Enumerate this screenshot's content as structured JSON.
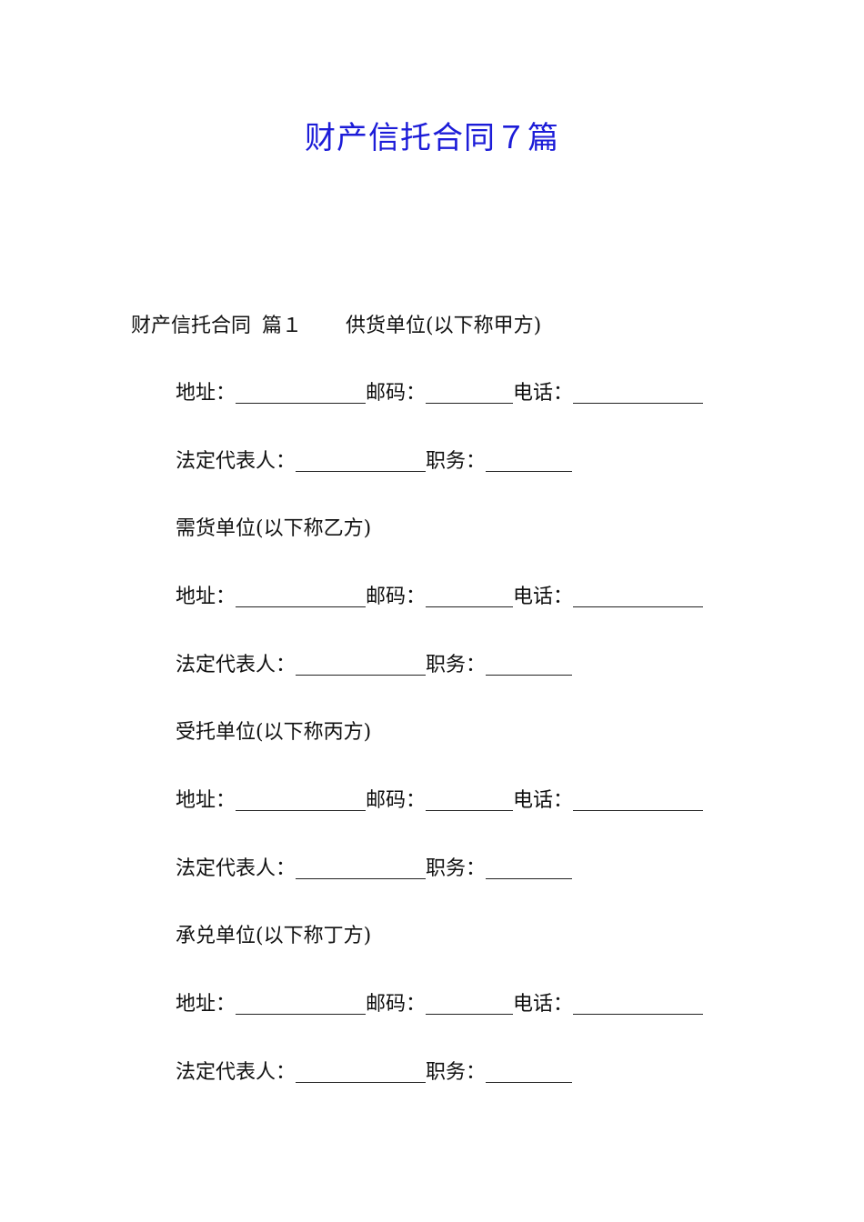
{
  "document": {
    "title": "财产信托合同７篇",
    "section_label": "财产信托合同",
    "section_index": "篇１",
    "parties": [
      {
        "unit": "供货单位(以下称甲方)",
        "address_label": "地址：",
        "zip_label": "邮码：",
        "phone_label": "电话：",
        "rep_label": "法定代表人：",
        "position_label": "职务："
      },
      {
        "unit": "需货单位(以下称乙方)",
        "address_label": "地址：",
        "zip_label": "邮码：",
        "phone_label": "电话：",
        "rep_label": "法定代表人：",
        "position_label": "职务："
      },
      {
        "unit": "受托单位(以下称丙方)",
        "address_label": "地址：",
        "zip_label": "邮码：",
        "phone_label": "电话：",
        "rep_label": "法定代表人：",
        "position_label": "职务："
      },
      {
        "unit": "承兑单位(以下称丁方)",
        "address_label": "地址：",
        "zip_label": "邮码：",
        "phone_label": "电话：",
        "rep_label": "法定代表人：",
        "position_label": "职务："
      }
    ]
  }
}
